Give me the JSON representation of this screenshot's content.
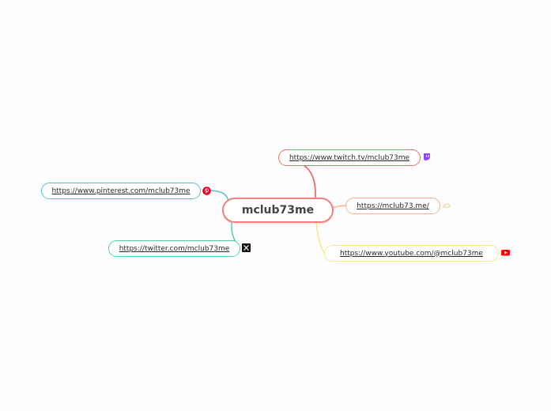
{
  "central": {
    "label": "mclub73me"
  },
  "branches": {
    "twitch": {
      "label": "https://www.twitch.tv/mclub73me",
      "color": "#e8706b",
      "icon": "twitch-icon"
    },
    "website": {
      "label": "https://mclub73.me/",
      "color": "#f4b48c",
      "icon": "cloud-icon"
    },
    "youtube": {
      "label": "https://www.youtube.com/@mclub73me",
      "color": "#f5e68a",
      "icon": "youtube-icon"
    },
    "pinterest": {
      "label": "https://www.pinterest.com/mclub73me",
      "color": "#4fc5cf",
      "icon": "pinterest-icon"
    },
    "twitter": {
      "label": "https://twitter.com/mclub73me",
      "color": "#4fcfb0",
      "icon": "x-icon"
    }
  }
}
